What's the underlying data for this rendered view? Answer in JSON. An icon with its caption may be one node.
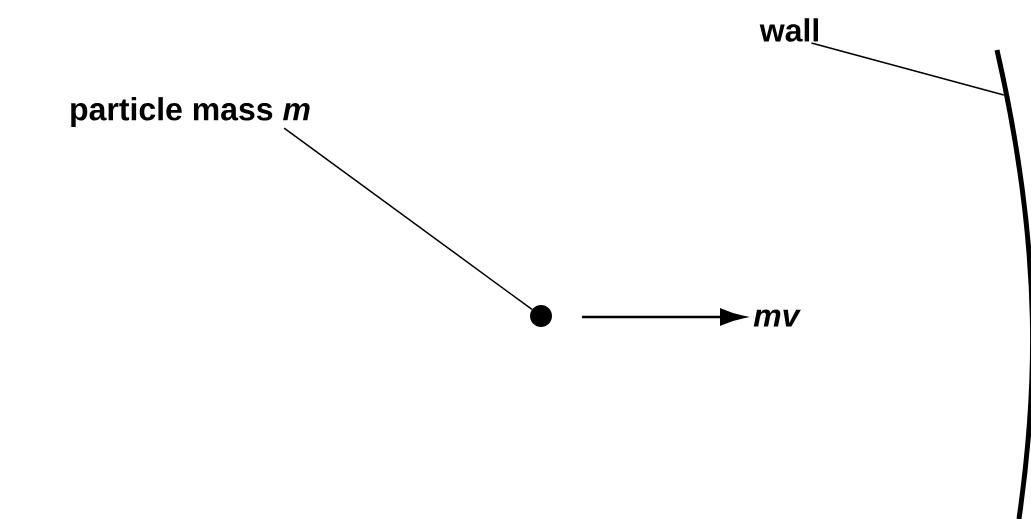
{
  "diagram": {
    "nodes": [
      {
        "text": [
          "wall"
        ]
      },
      {
        "text": [],
        "shape": "curve"
      },
      {
        "text": [
          "particle mass *m*"
        ]
      },
      {
        "text": [],
        "shape": "circle"
      }
    ],
    "edges": [
      {
        "from": 0,
        "to": 1,
        "arrow": "none"
      },
      {
        "from": 2,
        "to": 3,
        "arrow": "none"
      }
    ],
    "labels": [
      "mv"
    ]
  }
}
